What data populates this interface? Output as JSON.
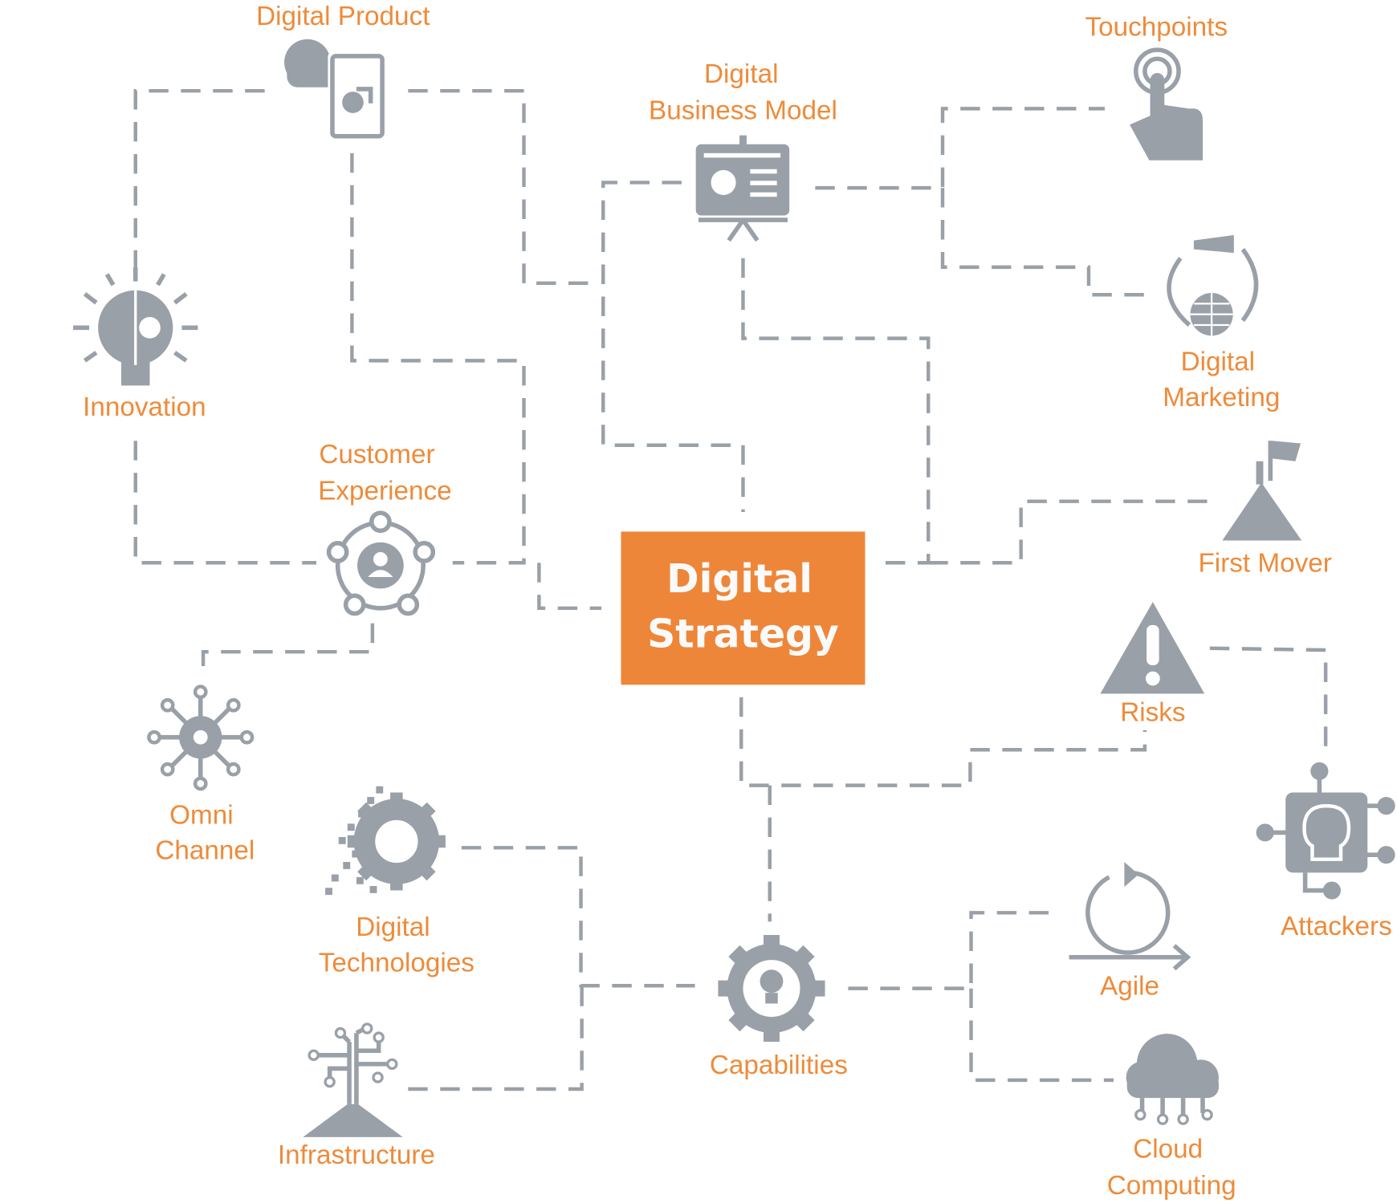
{
  "center": {
    "line1": "Digital",
    "line2": "Strategy",
    "color": "#EE8639"
  },
  "colors": {
    "label": "#EE8B3A",
    "icon": "#9AA0A8"
  },
  "nodes": {
    "digital_product": {
      "label": "Digital Product",
      "icon": "cloud-tablet-icon"
    },
    "digital_business_model": {
      "line1": "Digital",
      "line2": "Business Model",
      "icon": "presentation-board-icon"
    },
    "touchpoints": {
      "label": "Touchpoints",
      "icon": "touch-hand-icon"
    },
    "digital_marketing": {
      "line1": "Digital",
      "line2": "Marketing",
      "icon": "megaphone-globe-icon"
    },
    "innovation": {
      "label": "Innovation",
      "icon": "lightbulb-gear-icon"
    },
    "customer_experience": {
      "line1": "Customer",
      "line2": "Experience",
      "icon": "customer-network-icon"
    },
    "first_mover": {
      "label": "First Mover",
      "icon": "mountain-flag-icon"
    },
    "risks": {
      "label": "Risks",
      "icon": "warning-icon"
    },
    "omni_channel": {
      "line1": "Omni",
      "line2": "Channel",
      "icon": "hub-network-icon"
    },
    "digital_technologies": {
      "line1": "Digital",
      "line2": "Technologies",
      "icon": "pixel-gear-icon"
    },
    "attackers": {
      "label": "Attackers",
      "icon": "skull-chip-icon"
    },
    "agile": {
      "label": "Agile",
      "icon": "agile-cycle-icon"
    },
    "capabilities": {
      "label": "Capabilities",
      "icon": "gear-bulb-icon"
    },
    "infrastructure": {
      "label": "Infrastructure",
      "icon": "circuit-tree-icon"
    },
    "cloud_computing": {
      "line1": "Cloud",
      "line2": "Computing",
      "icon": "cloud-network-icon"
    }
  }
}
